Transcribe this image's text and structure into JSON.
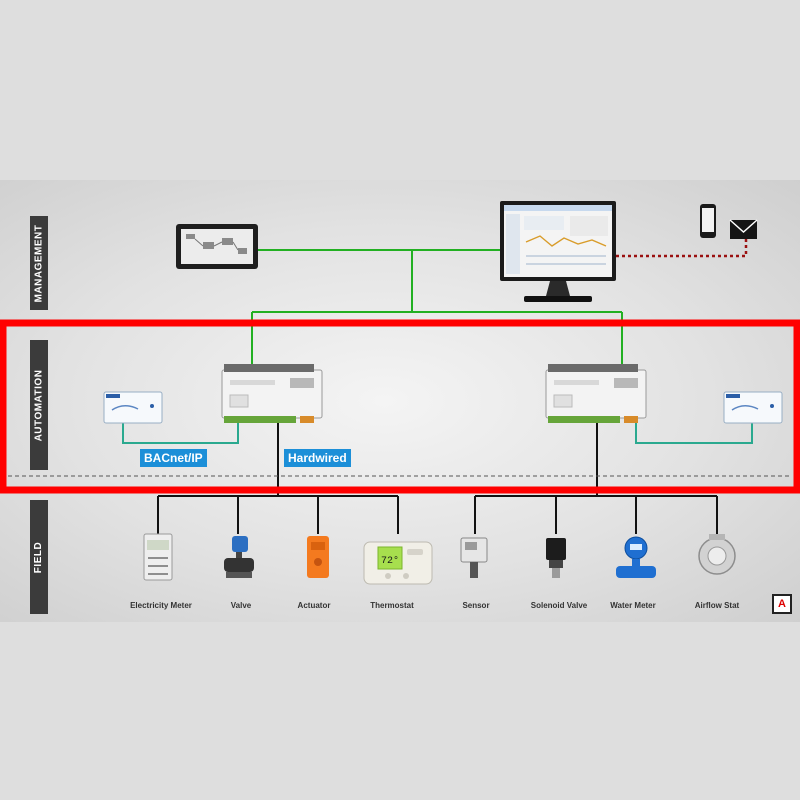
{
  "layers": {
    "management": "MANAGEMENT",
    "automation": "AUTOMATION",
    "field": "FIELD"
  },
  "protocols": {
    "bacnet": "BACnet/IP",
    "hardwired": "Hardwired"
  },
  "field_devices": [
    {
      "label": "Electricity Meter",
      "icon": "electricity-meter-icon"
    },
    {
      "label": "Valve",
      "icon": "valve-icon"
    },
    {
      "label": "Actuator",
      "icon": "actuator-icon"
    },
    {
      "label": "Thermostat",
      "icon": "thermostat-icon"
    },
    {
      "label": "Sensor",
      "icon": "sensor-icon"
    },
    {
      "label": "Solenoid Valve",
      "icon": "solenoid-valve-icon"
    },
    {
      "label": "Water Meter",
      "icon": "water-meter-icon"
    },
    {
      "label": "Airflow Stat",
      "icon": "airflow-stat-icon"
    }
  ],
  "colors": {
    "ethernet_line": "#22b022",
    "highlight_frame": "#ff0000",
    "alert_link": "#9a1010",
    "bacnet_link": "#2aa98f",
    "tag_blue": "#1c8fd8",
    "band_dark": "#3b3b3b"
  },
  "thermostat_display": "72°"
}
